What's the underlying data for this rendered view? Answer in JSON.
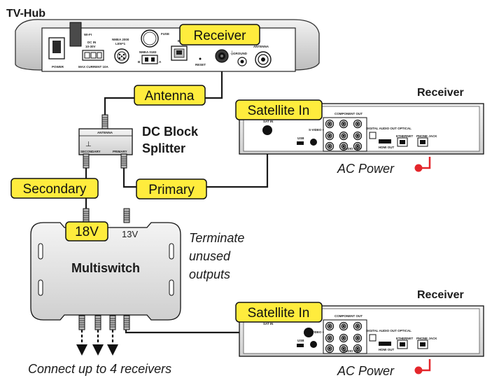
{
  "colors": {
    "callout_fill": "#ffec3d",
    "power_dot": "#e4262b",
    "device_body": "#e6e6e6"
  },
  "hub": {
    "title": "TV-Hub",
    "panel_labels": {
      "power": "POWER",
      "wifi": "WI-FI",
      "dc_in": "DC IN",
      "dc_range": "10-30V",
      "max_current": "MAX CURRENT 10A",
      "nmea2000": "NMEA 2000",
      "len": "LEN=1",
      "fuse": "FUSE",
      "nmea0183": "NMEA 0183",
      "nmea_b": "B",
      "nmea_a": "A",
      "ethernet": "ETHERNET",
      "reset": "RESET",
      "ground": "GROUND",
      "antenna": "ANTENNA"
    }
  },
  "callouts": {
    "receiver_port": "Receiver",
    "antenna_port": "Antenna",
    "secondary": "Secondary",
    "primary": "Primary",
    "out_18v": "18V",
    "satellite_in_1": "Satellite In",
    "satellite_in_2": "Satellite In"
  },
  "splitter": {
    "name_line1": "DC Block",
    "name_line2": "Splitter",
    "port_antenna": "ANTENNA",
    "port_secondary": "SECONDARY",
    "port_primary": "PRIMARY"
  },
  "multiswitch": {
    "name": "Multiswitch",
    "in_13v": "13V",
    "terminate_note": [
      "Terminate",
      "unused",
      "outputs"
    ],
    "connect_note": "Connect up to 4 receivers"
  },
  "receivers": [
    {
      "title": "Receiver",
      "ac_power": "AC Power",
      "panel_labels": {
        "sat_in": "SAT IN",
        "usb": "USB",
        "s_video": "S-VIDEO OUT",
        "component": "COMPONENT OUT",
        "audio": "AUDIO OUT",
        "digital_audio": "DIGITAL AUDIO OUT OPTICAL",
        "hdmi": "HDMI OUT",
        "ethernet": "ETHERNET",
        "phone": "PHONE JACK"
      }
    },
    {
      "title": "Receiver",
      "ac_power": "AC Power",
      "panel_labels": {
        "sat_in": "SAT IN",
        "usb": "USB",
        "s_video": "S-VIDEO OUT",
        "component": "COMPONENT OUT",
        "audio": "AUDIO OUT",
        "digital_audio": "DIGITAL AUDIO OUT OPTICAL",
        "hdmi": "HDMI OUT",
        "ethernet": "ETHERNET",
        "phone": "PHONE JACK"
      }
    }
  ]
}
